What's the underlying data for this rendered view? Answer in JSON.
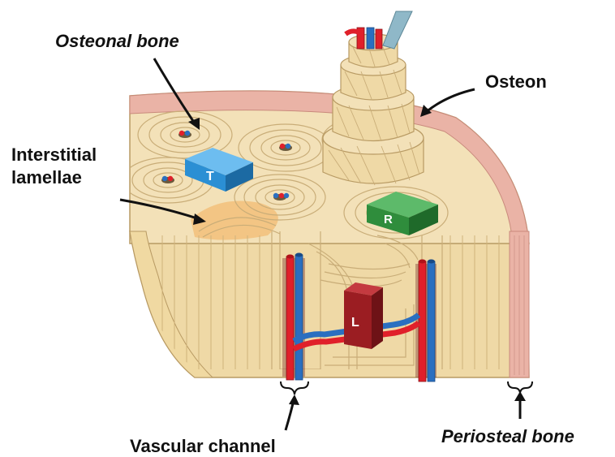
{
  "labels": {
    "osteonal_bone": "Osteonal bone",
    "osteon": "Osteon",
    "interstitial_line1": "Interstitial",
    "interstitial_line2": "lamellae",
    "vascular_channel": "Vascular channel",
    "periosteal_bone": "Periosteal bone"
  },
  "blocks": {
    "t": "T",
    "r": "R",
    "l": "L"
  },
  "colors": {
    "bone": "#f3e1b8",
    "bone_dark": "#e6cd97",
    "lamella_line": "#c9ad78",
    "periosteum": "#eab3a6",
    "interstitial": "#f2bf7a",
    "vessel_red": "#e0202a",
    "vessel_blue": "#2a6fc0",
    "block_t": "#2b8fd4",
    "block_r": "#2f8d3c",
    "block_l": "#9b1d22"
  }
}
